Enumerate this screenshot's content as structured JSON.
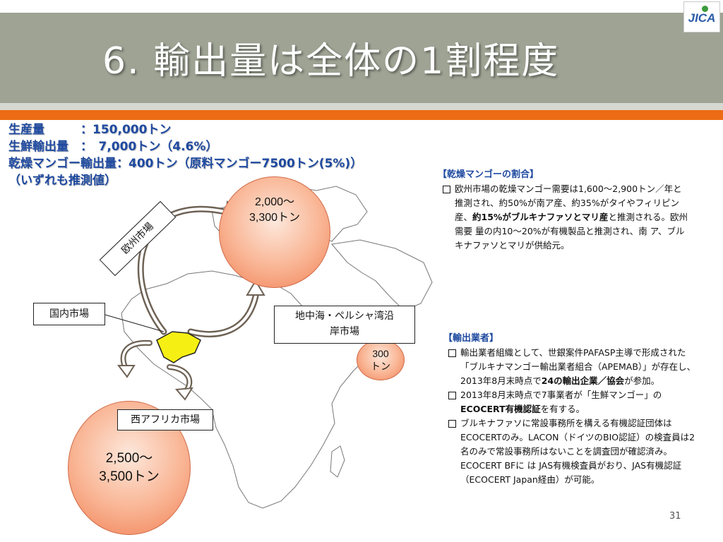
{
  "slide": {
    "title": "6. 輸出量は全体の1割程度",
    "page_number": "31",
    "logo_text": "JICA"
  },
  "stats": [
    "生産量　　　：150,000トン",
    "生鮮輸出量　：　7,000トン（4.6%）",
    "乾燥マンゴー輸出量：400トン（原料マンゴー7500トン(5%)）",
    "（いずれも推測値）"
  ],
  "markets": {
    "europe_label": "欧州市場",
    "europe_volume_1": "2,000～",
    "europe_volume_2": "3,300トン",
    "domestic_label": "国内市場",
    "mideast_label_1": "地中海・ペルシャ湾沿",
    "mideast_label_2": "岸市場",
    "mideast_volume_1": "300",
    "mideast_volume_2": "トン",
    "westafrica_label": "西アフリカ市場",
    "westafrica_volume_1": "2,500～",
    "westafrica_volume_2": "3,500トン"
  },
  "dried_share": {
    "heading": "【乾燥マンゴーの割合】",
    "b1": "欧州市場の乾燥マンゴー需要は1,600～2,900トン／年と推測され、約50%が南ア産、約35%がタイやフィリピン産、",
    "b2": "約15%がブルキナファソとマリ産",
    "b3": "と推測される。欧州需要 量の内10～20%が有機製品と推測され、南 ア、ブルキナファソとマリが供給元。"
  },
  "exporters": {
    "heading": "【輸出業者】",
    "i1a": "輸出業者組織として、世銀案件PAFASP主導で形成された「ブルキナマンゴー輸出業者組合（APEMAB）」が存在し、2013年8月末時点で",
    "i1b": "24の輸出企業／協会",
    "i1c": "が参加。",
    "i2a": "2013年8月末時点で7事業者が「生鮮マンゴー」の",
    "i2b": "ECOCERT有機認証",
    "i2c": "を有する。",
    "i3": "ブルキナファソに常設事務所を構える有機認証団体はECOCERTのみ。LACON（ドイツのBIO認証）の検査員は2名のみで常設事務所はないことを調査団が確認済み。ECOCERT BFに は JAS有機検査員がおり、JAS有機認証（ECOCERT Japan経由）が可能。"
  },
  "colors": {
    "title_band": "#9ea394",
    "orange_rule": "#ec6b14",
    "heading_blue": "#1f4aa0",
    "bubble": "#f9b493",
    "burkina_yellow": "#f5ef14"
  }
}
